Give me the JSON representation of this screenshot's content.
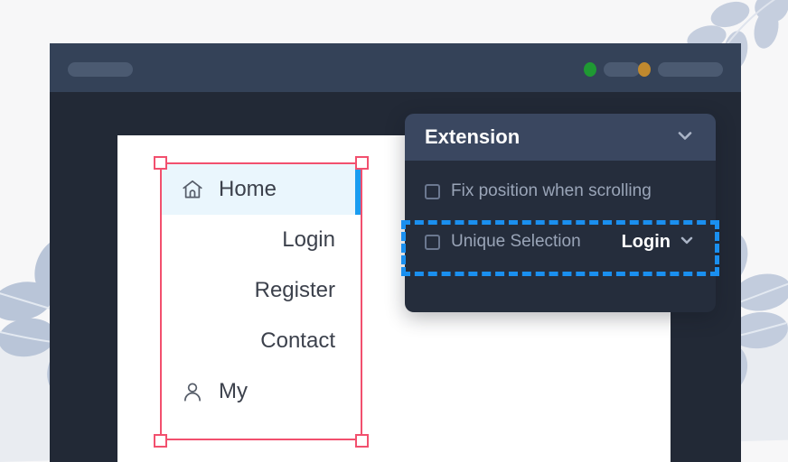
{
  "window": {
    "titlebar": {
      "left_pill": "",
      "controls": [
        {
          "name": "green-dot",
          "color": "#1f9933"
        },
        {
          "name": "gray-pill-small",
          "color": "#4b5a71"
        },
        {
          "name": "amber-dot",
          "color": "#c0892e"
        },
        {
          "name": "gray-pill-large",
          "color": "#4b5a71"
        }
      ]
    }
  },
  "nav": {
    "items": [
      {
        "label": "Home",
        "icon": "home-icon",
        "active": true
      },
      {
        "label": "Login",
        "icon": "",
        "active": false
      },
      {
        "label": "Register",
        "icon": "",
        "active": false
      },
      {
        "label": "Contact",
        "icon": "",
        "active": false
      },
      {
        "label": "My",
        "icon": "user-icon",
        "active": false
      }
    ]
  },
  "popup": {
    "title": "Extension",
    "collapse_icon": "chevron-down-icon",
    "rows": [
      {
        "label": "Fix position when scrolling",
        "checked": false
      },
      {
        "label": "Unique Selection",
        "checked": false
      }
    ],
    "dropdown": {
      "value": "Login",
      "icon": "chevron-down-icon"
    }
  },
  "colors": {
    "accent_blue": "#1a9cf0",
    "selection_blue": "#1a8fef",
    "selection_red": "#f2506e",
    "titlebar": "#344258",
    "window_body": "#222936",
    "popup_body": "#252d3c",
    "popup_header": "#3a4760",
    "active_row": "#eaf6fd",
    "leaf": "#c5cede"
  }
}
